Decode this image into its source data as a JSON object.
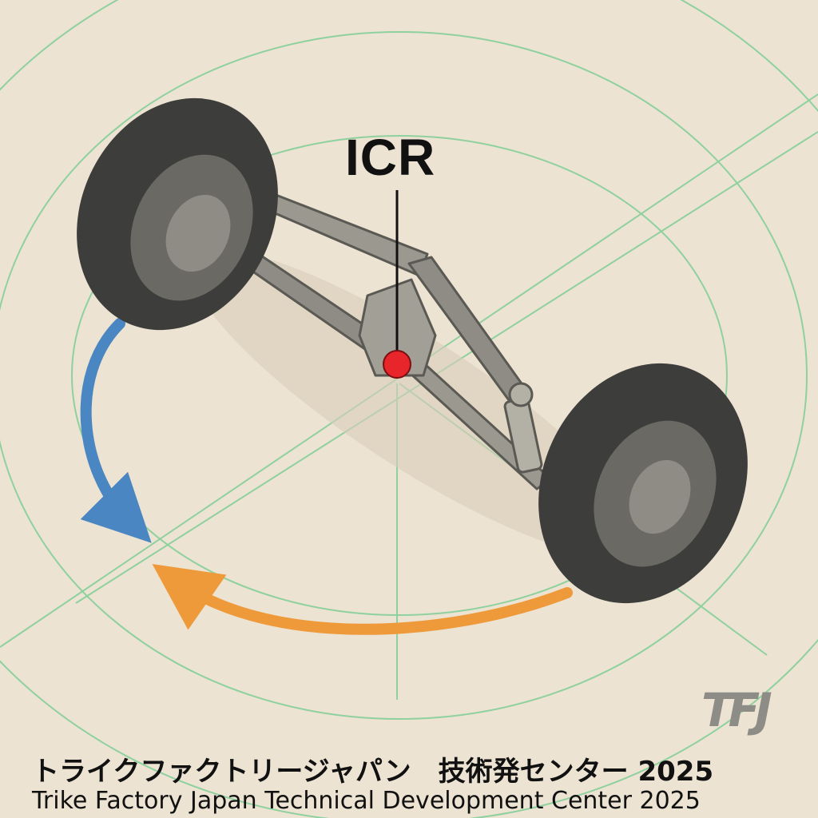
{
  "labels": {
    "pivot": "ICR"
  },
  "caption": {
    "japanese": "トライクファクトリージャパン　技術発センター 2025",
    "english": "Trike Factory Japan Technical Development Center 2025"
  },
  "logo": {
    "text": "TFJ"
  },
  "colors": {
    "background": "#ece3d2",
    "guide_lines": "#8fd19e",
    "pivot_point": "#e8252b",
    "arrow_left": "#4a86c2",
    "arrow_bottom": "#ee9a3a",
    "tire": "#3d3d3b",
    "frame": "#8e8c84"
  }
}
